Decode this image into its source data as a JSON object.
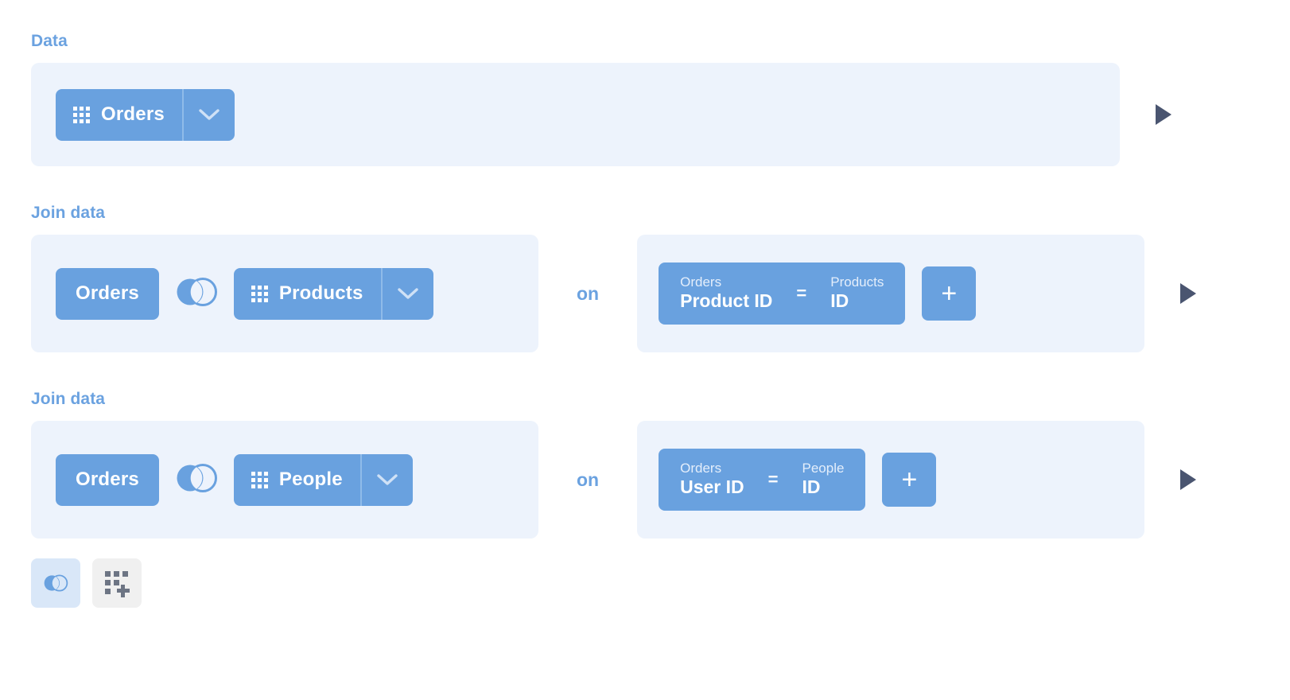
{
  "sections": [
    {
      "heading": "Data",
      "type": "data",
      "source": {
        "label": "Orders",
        "icon": "table-grid-icon",
        "has_dropdown": true,
        "dropdown_icon": "chevron-down-icon"
      },
      "run_icon": "play-icon"
    },
    {
      "heading": "Join data",
      "type": "join",
      "left_table": "Orders",
      "join_icon": "venn-left-join-icon",
      "right_table": {
        "label": "Products",
        "icon": "table-grid-icon",
        "has_dropdown": true,
        "dropdown_icon": "chevron-down-icon"
      },
      "on_label": "on",
      "condition": {
        "left_table": "Orders",
        "left_column": "Product ID",
        "operator": "=",
        "right_table": "Products",
        "right_column": "ID"
      },
      "add_condition_label": "+",
      "run_icon": "play-icon"
    },
    {
      "heading": "Join data",
      "type": "join",
      "left_table": "Orders",
      "join_icon": "venn-left-join-icon",
      "right_table": {
        "label": "People",
        "icon": "table-grid-icon",
        "has_dropdown": true,
        "dropdown_icon": "chevron-down-icon"
      },
      "on_label": "on",
      "condition": {
        "left_table": "Orders",
        "left_column": "User ID",
        "operator": "=",
        "right_table": "People",
        "right_column": "ID"
      },
      "add_condition_label": "+",
      "run_icon": "play-icon"
    }
  ],
  "toolbar": {
    "join_step": {
      "icon": "venn-join-icon",
      "active": true
    },
    "add_data_step": {
      "icon": "grid-plus-icon",
      "active": false
    }
  },
  "colors": {
    "accent_blue": "#6ba2e0",
    "pill_blue": "#69a1df",
    "panel_bg": "#edf3fc",
    "toolbar_active_bg": "#d9e7f8",
    "toolbar_bg": "#f0f0f0",
    "run_dark": "#4a5570",
    "page_bg": "#ffffff"
  }
}
